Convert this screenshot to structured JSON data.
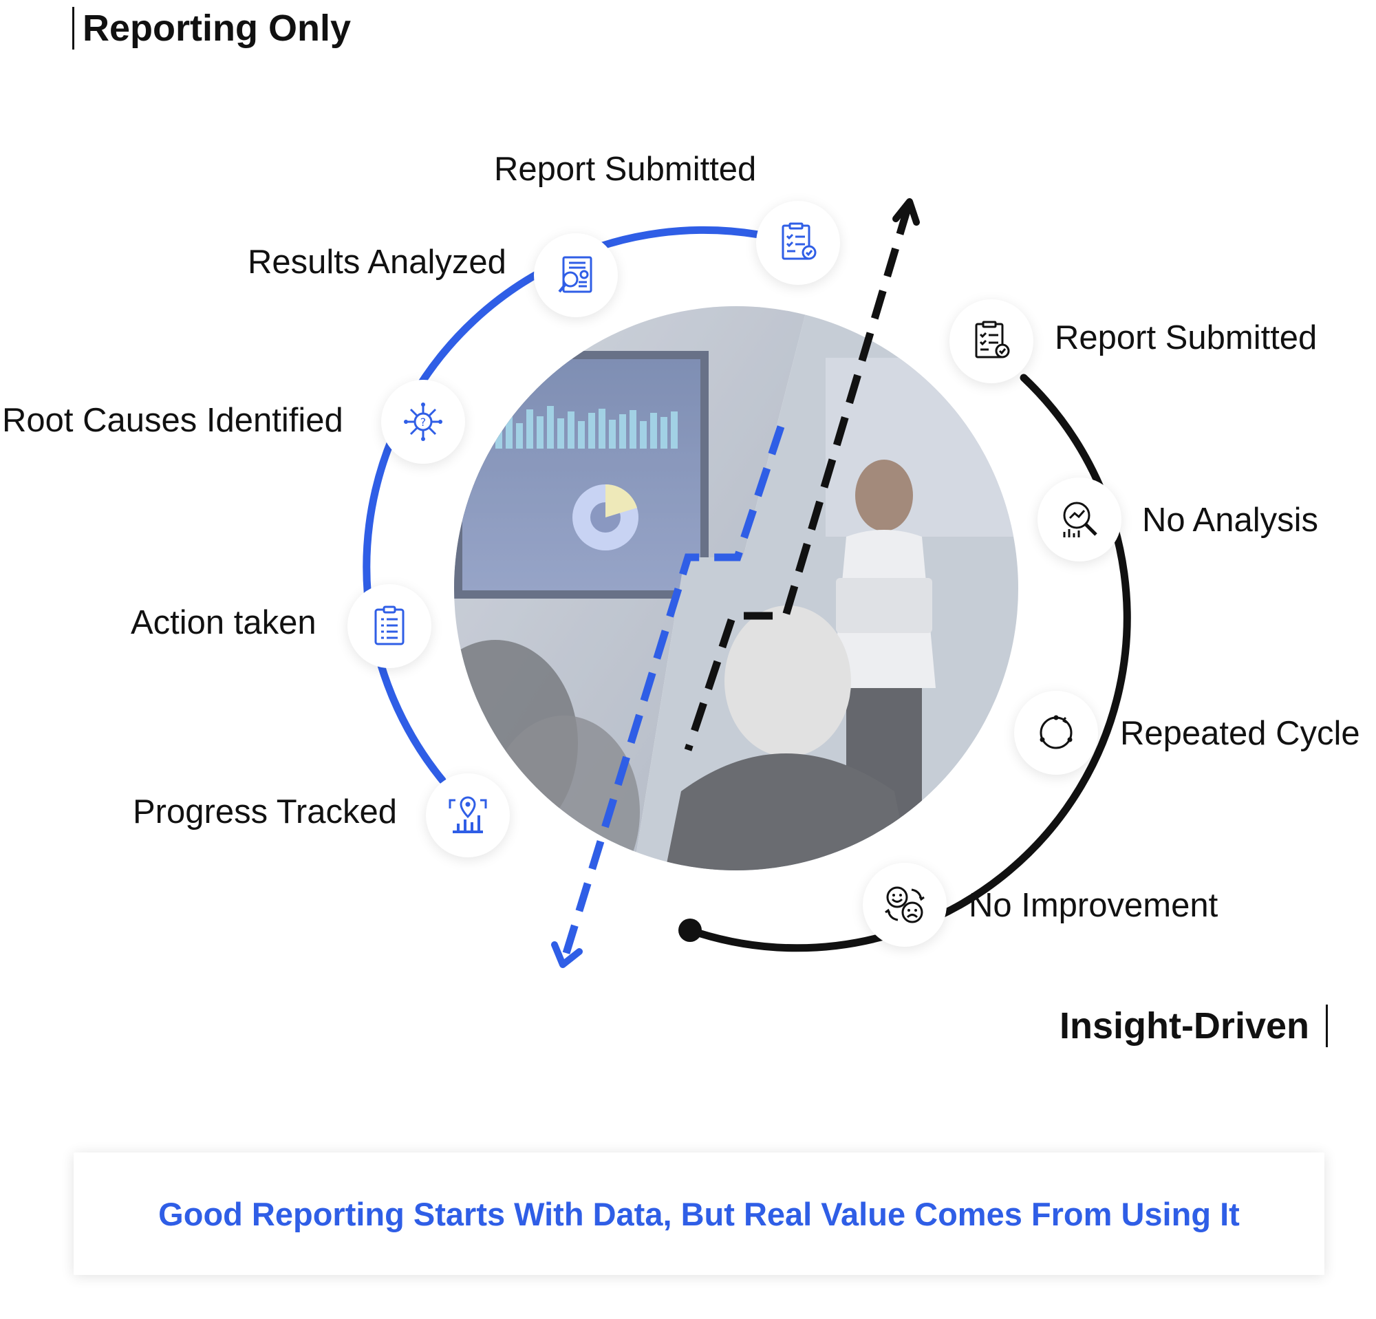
{
  "titles": {
    "left": "Reporting Only",
    "right": "Insight-Driven"
  },
  "left_cycle": [
    {
      "label": "Report Submitted",
      "icon": "report-check-icon"
    },
    {
      "label": "Results Analyzed",
      "icon": "document-magnifier-icon"
    },
    {
      "label": "Root Causes Identified",
      "icon": "network-question-icon"
    },
    {
      "label": "Action taken",
      "icon": "clipboard-list-icon"
    },
    {
      "label": "Progress Tracked",
      "icon": "location-chart-icon"
    }
  ],
  "right_cycle": [
    {
      "label": "Report Submitted",
      "icon": "report-check-icon"
    },
    {
      "label": "No Analysis",
      "icon": "magnifier-chart-icon"
    },
    {
      "label": "Repeated Cycle",
      "icon": "cycle-arrows-icon"
    },
    {
      "label": "No Improvement",
      "icon": "smile-frown-icon"
    }
  ],
  "colors": {
    "left_accent": "#2f5ee6",
    "right_accent": "#111111",
    "banner_text": "#2f5ee6"
  },
  "banner": {
    "text": "Good Reporting Starts With Data, But Real Value Comes From Using It"
  }
}
